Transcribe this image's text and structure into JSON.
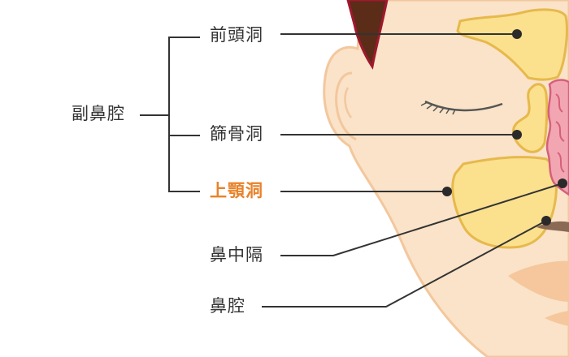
{
  "labels": {
    "group": "副鼻腔",
    "frontal_sinus": "前頭洞",
    "ethmoid_sinus": "篩骨洞",
    "maxillary_sinus": "上顎洞",
    "nasal_septum": "鼻中隔",
    "nasal_cavity": "鼻腔"
  },
  "colors": {
    "skin": "#fae3c8",
    "skin_outline": "#f3c79d",
    "sinus": "#fbe08e",
    "sinus_outline": "#e6b94c",
    "mucosa": "#f2a6b2",
    "mucosa_outline": "#d4607a",
    "hair": "#5b2c17",
    "hair_outline": "#a0182e",
    "line": "#333333",
    "highlight": "#e8822a"
  }
}
